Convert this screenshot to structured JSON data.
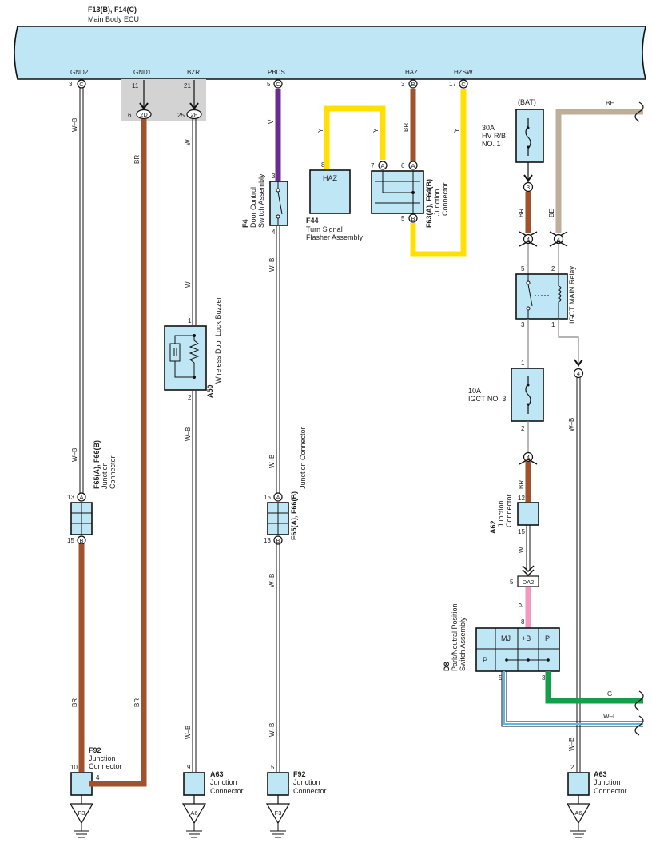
{
  "ecu": {
    "id": "F13(B), F14(C)",
    "name": "Main Body ECU",
    "terminals": [
      {
        "signal": "GND2",
        "pin": "3",
        "conn": "C"
      },
      {
        "signal": "GND1",
        "pin": "11",
        "conn": "",
        "jpin": "6",
        "jconn": "2D"
      },
      {
        "signal": "BZR",
        "pin": "21",
        "conn": "",
        "jpin": "25",
        "jconn": "2F"
      },
      {
        "signal": "PBDS",
        "pin": "5",
        "conn": "C"
      },
      {
        "signal": "HAZ",
        "pin": "3",
        "conn": "B"
      },
      {
        "signal": "HZSW",
        "pin": "17",
        "conn": "C"
      }
    ]
  },
  "wire_colors": {
    "w_b": "W–B",
    "br": "BR",
    "w": "W",
    "v": "V",
    "y": "Y",
    "be": "BE",
    "p": "P",
    "g": "G",
    "w_l": "W–L"
  },
  "colors": {
    "brown": "#a0522d",
    "purple": "#6a2c91",
    "yellow": "#ffe000",
    "beige": "#bfae9a",
    "pink": "#f09ac0",
    "green": "#12a04a",
    "blue": "#5bb8e6",
    "ecu_fill": "#bfe6f5",
    "shade": "#d3d3d3"
  },
  "components": {
    "f4": {
      "id": "F4",
      "name1": "Door Control",
      "name2": "Switch Assembly",
      "pin_top": "3",
      "pin_bot": "4"
    },
    "f44": {
      "id": "F44",
      "name1": "Turn Signal",
      "name2": "Flasher Assembly",
      "pin": "8",
      "label": "HAZ"
    },
    "f63": {
      "id": "F63(A), F64(B)",
      "name1": "Junction",
      "name2": "Connector",
      "pin_a7": "7",
      "pin_a6": "6",
      "pin_b5": "5",
      "ca": "A",
      "cb": "B"
    },
    "a50": {
      "id": "A50",
      "name": "Wireless Door Lock Buzzer",
      "pin1": "1",
      "pin2": "2"
    },
    "f65_left": {
      "id": "F65(A), F66(B)",
      "name1": "Junction",
      "name2": "Connector",
      "pin_top": "13",
      "pin_bot": "15",
      "ca": "A",
      "cb": "B"
    },
    "f65_mid": {
      "id": "F65(A), F66(B)",
      "name": "Junction Connector",
      "pin_top": "15",
      "pin_bot": "13",
      "ca": "A",
      "cb": "B"
    },
    "fuse30": {
      "amp": "30A",
      "name1": "HV R/B",
      "name2": "NO. 1",
      "bat": "(BAT)"
    },
    "relay": {
      "name": "IGCT MAIN Relay",
      "pin5": "5",
      "pin2": "2",
      "pin3": "3",
      "pin1": "1"
    },
    "fuse10": {
      "amp": "10A",
      "name": "IGCT NO. 3",
      "pin1": "1",
      "pin2": "2"
    },
    "a62": {
      "id": "A62",
      "name1": "Junction",
      "name2": "Connector",
      "pin_top": "12",
      "pin_bot": "15"
    },
    "da2": {
      "label": "DA2",
      "pin": "5"
    },
    "d8": {
      "id": "D8",
      "name1": "Park/Neutral Position",
      "name2": "Switch Assembly",
      "mj": "MJ",
      "b": "+B",
      "p": "P",
      "p2": "P",
      "pin8": "8",
      "pin5": "5",
      "pin3": "3"
    },
    "f92_left": {
      "id": "F92",
      "name1": "Junction",
      "name2": "Connector",
      "pin10": "10",
      "pin4": "4"
    },
    "a63_left": {
      "id": "A63",
      "name1": "Junction",
      "name2": "Connector",
      "pin": "9"
    },
    "f92_mid": {
      "id": "F92",
      "name1": "Junction",
      "name2": "Connector",
      "pin": "5"
    },
    "a63_right": {
      "id": "A63",
      "name1": "Junction",
      "name2": "Connector",
      "pin": "2"
    }
  },
  "connectors": {
    "c3": "3",
    "c4": "4"
  },
  "grounds": [
    "F3",
    "A6",
    "F3",
    "A6"
  ]
}
